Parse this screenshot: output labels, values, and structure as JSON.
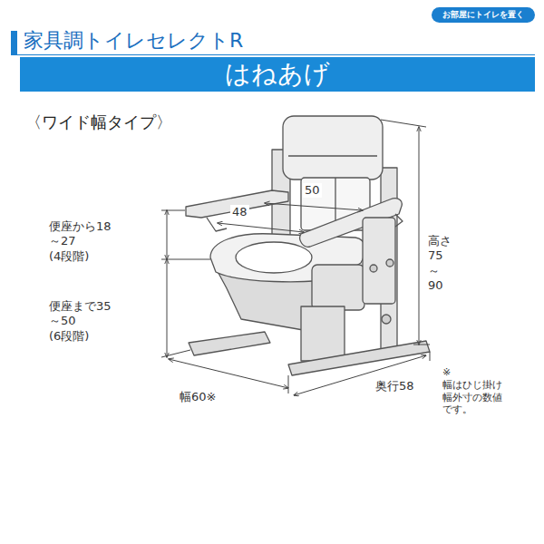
{
  "diagram": {
    "title": "家具調トイレセレクトR",
    "nodes": [
      {
        "text": [
          "お部屋にトイレを置く"
        ]
      },
      {
        "text": [
          "はねあげ"
        ]
      }
    ],
    "labels": [
      "〈ワイド幅タイプ〉",
      "50",
      "48",
      "便座から18～27 (4段階)",
      "便座まで35～50 (6段階)",
      "高さ 75～90",
      "幅60※",
      "奥行58",
      "※幅はひじ掛け 幅外寸の数値 です。"
    ]
  }
}
